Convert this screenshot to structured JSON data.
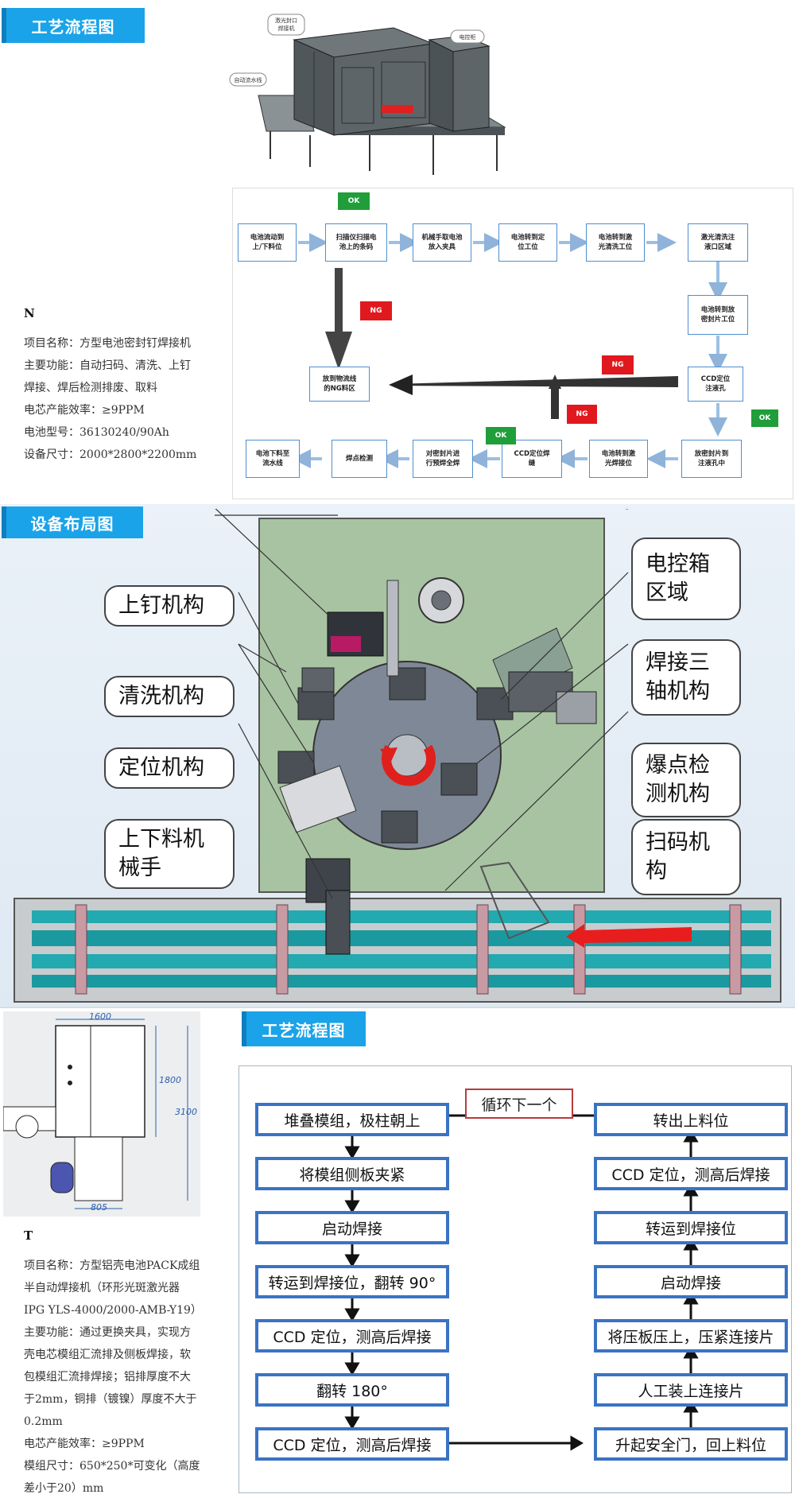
{
  "section1": {
    "tag": "工艺流程图",
    "machine_labels": {
      "welder": "激光封口\n焊接机",
      "cabinet": "电控柜",
      "line": "自动流水线"
    },
    "info": {
      "code": "N",
      "lines": [
        "项目名称：方型电池密封钉焊接机",
        "主要功能：自动扫码、清洗、上钉",
        "焊接、焊后检测排废、取料",
        "电芯产能效率：≥9PPM",
        "电池型号：36130240/90Ah",
        "设备尺寸：2000*2800*2200mm"
      ]
    },
    "flow": {
      "boxes": [
        "电池流动到\n上/下料位",
        "扫描仪扫描电\n池上的条码",
        "机械手取电池\n放入夹具",
        "电池转到定\n位工位",
        "电池转到激\n光清洗工位",
        "激光清洗注\n液口区域",
        "电池转到放\n密封片工位",
        "CCD定位\n注液孔",
        "放密封片到\n注液孔中",
        "电池转到激\n光焊接位",
        "CCD定位焊\n缝",
        "对密封片进\n行预焊全焊",
        "焊点检测",
        "电池下料至\n流水线",
        "放到物流线\n的NG料区"
      ],
      "ok": "OK",
      "ng": "NG"
    }
  },
  "section2": {
    "tag": "设备布局图",
    "callouts": {
      "ecab": "电控箱\n区域",
      "pin": "上钉机构",
      "clean": "清洗机构",
      "locate": "定位机构",
      "robot": "上下料机\n械手",
      "weld3": "焊接三\n轴机构",
      "detect": "爆点检\n测机构",
      "scan": "扫码机\n构"
    }
  },
  "section3": {
    "tag": "工艺流程图",
    "dims": {
      "w": "1600",
      "h1": "1800",
      "h2": "3100",
      "b": "805"
    },
    "info": {
      "code": "T",
      "lines": [
        "项目名称：方型铝壳电池PACK成组",
        "半自动焊接机（环形光斑激光器",
        "IPG YLS-4000/2000-AMB-Y19）",
        "主要功能：通过更换夹具，实现方",
        "壳电芯模组汇流排及侧板焊接，软",
        "包模组汇流排焊接；铝排厚度不大",
        "于2mm，铜排（镀镍）厚度不大于",
        "0.2mm",
        "电芯产能效率：≥9PPM",
        "模组尺寸：650*250*可变化（高度",
        "差小于20）mm"
      ]
    },
    "loop_label": "循环下一个",
    "left": [
      "堆叠模组，极柱朝上",
      "将模组侧板夹紧",
      "启动焊接",
      "转运到焊接位，翻转 90°",
      "CCD 定位，测高后焊接",
      "翻转 180°",
      "CCD 定位，测高后焊接"
    ],
    "right": [
      "转出上料位",
      "CCD 定位，测高后焊接",
      "转运到焊接位",
      "启动焊接",
      "将压板压上，压紧连接片",
      "人工装上连接片",
      "升起安全门，回上料位"
    ]
  }
}
